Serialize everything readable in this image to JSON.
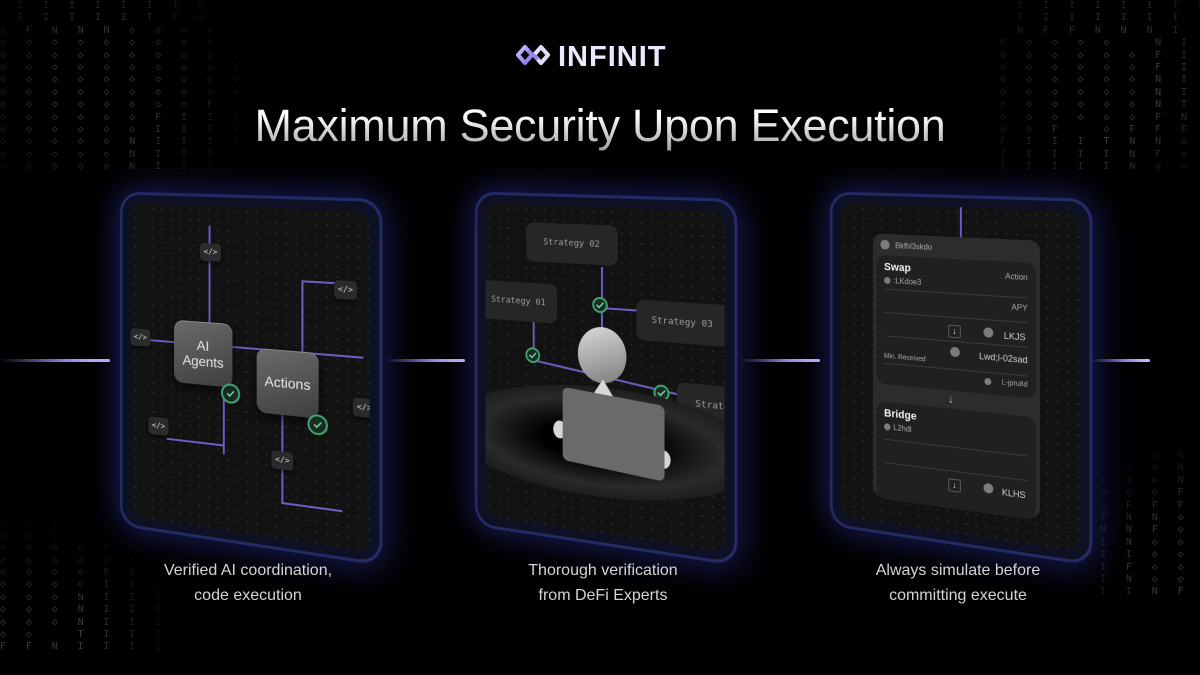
{
  "brand": {
    "name": "INFINIT",
    "accent_color": "#8f86e6",
    "logo_icon": "infinity-link-icon"
  },
  "headline": "Maximum Security Upon Execution",
  "panels": [
    {
      "id": "ai-coordination",
      "nodes": [
        "AI\nAgents",
        "Actions"
      ],
      "code_tag": "</>",
      "check_icon": "check-circle-icon",
      "caption_line1": "Verified AI coordination,",
      "caption_line2": "code execution"
    },
    {
      "id": "defi-verification",
      "strategies": [
        "Strategy 02",
        "Strategy 01",
        "Strategy 03",
        "Strate"
      ],
      "caption_line1": "Thorough verification",
      "caption_line2": "from DeFi Experts"
    },
    {
      "id": "simulation",
      "header_label": "Bkfhl3skdo",
      "swap": {
        "title": "Swap",
        "action": "Action",
        "token": ":LKdoe3",
        "apy": "APY",
        "out_token": "LKJS",
        "out_amount": "Lwd;l-02sad",
        "min_received_label": "Min. Received",
        "min_received_value": "L-jpru8d"
      },
      "bridge": {
        "title": "Bridge",
        "token": "L2hdl",
        "out_token": "KLHS"
      },
      "arrow": "↓",
      "caption_line1": "Always simulate before",
      "caption_line2": "committing execute"
    }
  ],
  "matrix_glyphs": "◇ F N R T"
}
